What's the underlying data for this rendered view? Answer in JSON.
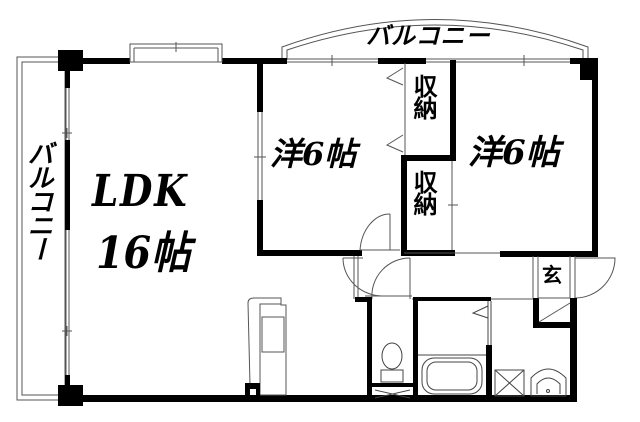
{
  "floorplan": {
    "rooms": {
      "ldk": {
        "name": "LDK",
        "size": "16帖"
      },
      "western_room_1": {
        "name": "洋6帖"
      },
      "western_room_2": {
        "name": "洋6帖"
      },
      "storage_upper": {
        "name": "収納"
      },
      "storage_lower": {
        "name": "収納"
      },
      "entrance": {
        "name": "玄"
      }
    },
    "balconies": {
      "top": {
        "name": "バルコニー"
      },
      "left": {
        "name": "バルコニー"
      }
    },
    "colors": {
      "wall": "#000000",
      "thin_line": "#555555",
      "background": "#ffffff"
    }
  }
}
